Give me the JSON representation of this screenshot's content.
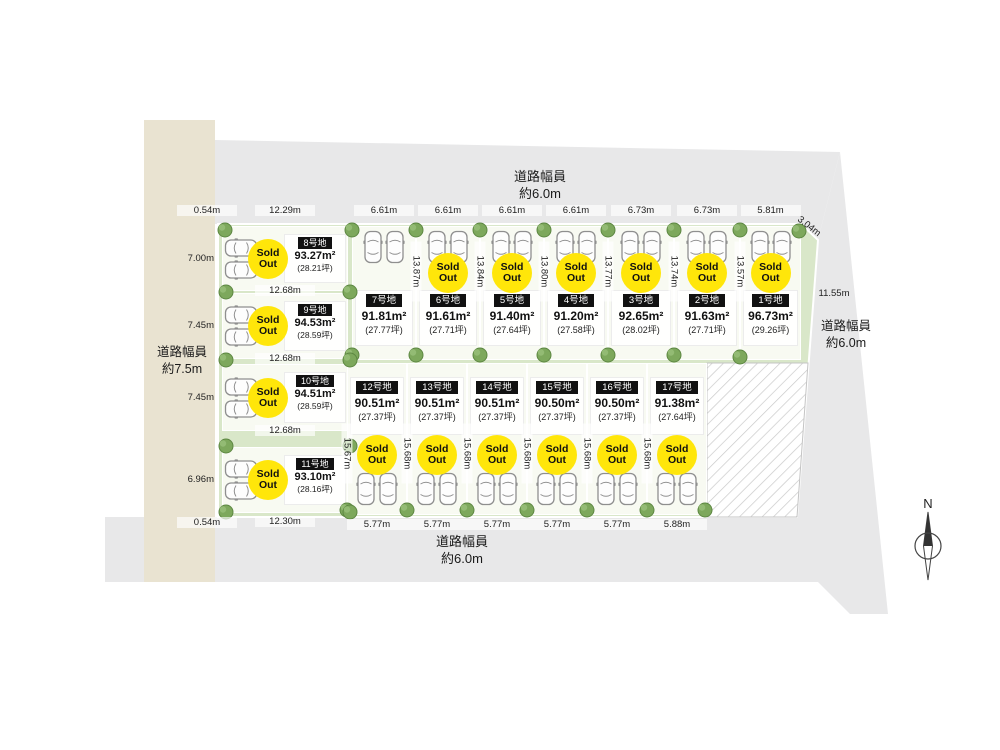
{
  "colors": {
    "road": "#e8e8e9",
    "sidewalk": "#e9e3d1",
    "green_area": "#d9e7c9",
    "bush": "#7da85c",
    "lot_fill": "#f8faf2",
    "sold_badge": "#ffe60a",
    "lot_label_bg": "#111111",
    "text": "#222222"
  },
  "road_labels": {
    "top": {
      "line1": "道路幅員",
      "line2": "約6.0m"
    },
    "left": {
      "line1": "道路幅員",
      "line2": "約7.5m"
    },
    "right": {
      "line1": "道路幅員",
      "line2": "約6.0m"
    },
    "bottom": {
      "line1": "道路幅員",
      "line2": "約6.0m"
    }
  },
  "sold_badge": {
    "line1": "Sold",
    "line2": "Out"
  },
  "compass": {
    "label": "N"
  },
  "dimensions": {
    "top_left_offset": "0.54m",
    "bottom_left_offset": "0.54m",
    "top_right_slant": "3.04m",
    "right_edge": "11.55m"
  },
  "lots": {
    "top_row": [
      {
        "id": "7号地",
        "area": "91.81m²",
        "tsubo": "(27.77坪)",
        "sold": false,
        "width": "6.61m",
        "depth": "13.87m"
      },
      {
        "id": "6号地",
        "area": "91.61m²",
        "tsubo": "(27.71坪)",
        "sold": true,
        "width": "6.61m",
        "depth": "13.84m"
      },
      {
        "id": "5号地",
        "area": "91.40m²",
        "tsubo": "(27.64坪)",
        "sold": true,
        "width": "6.61m",
        "depth": "13.80m"
      },
      {
        "id": "4号地",
        "area": "91.20m²",
        "tsubo": "(27.58坪)",
        "sold": true,
        "width": "6.61m",
        "depth": "13.77m"
      },
      {
        "id": "3号地",
        "area": "92.65m²",
        "tsubo": "(28.02坪)",
        "sold": true,
        "width": "6.73m",
        "depth": "13.74m"
      },
      {
        "id": "2号地",
        "area": "91.63m²",
        "tsubo": "(27.71坪)",
        "sold": true,
        "width": "6.73m",
        "depth": "13.57m"
      },
      {
        "id": "1号地",
        "area": "96.73m²",
        "tsubo": "(29.26坪)",
        "sold": true,
        "width": "5.81m",
        "depth": null
      }
    ],
    "left_col": [
      {
        "id": "8号地",
        "area": "93.27m²",
        "tsubo": "(28.21坪)",
        "sold": true,
        "top_width": "12.29m",
        "height": "7.00m",
        "bottom_width": "12.68m"
      },
      {
        "id": "9号地",
        "area": "94.53m²",
        "tsubo": "(28.59坪)",
        "sold": true,
        "height": "7.45m",
        "bottom_width": "12.68m"
      },
      {
        "id": "10号地",
        "area": "94.51m²",
        "tsubo": "(28.59坪)",
        "sold": true,
        "height": "7.45m",
        "bottom_width": "12.68m"
      },
      {
        "id": "11号地",
        "area": "93.10m²",
        "tsubo": "(28.16坪)",
        "sold": true,
        "height": "6.96m",
        "bottom_width": "12.30m"
      }
    ],
    "bottom_row": [
      {
        "id": "12号地",
        "area": "90.51m²",
        "tsubo": "(27.37坪)",
        "sold": true,
        "width": "5.77m",
        "depth": "15.67m"
      },
      {
        "id": "13号地",
        "area": "90.51m²",
        "tsubo": "(27.37坪)",
        "sold": true,
        "width": "5.77m",
        "depth": "15.68m"
      },
      {
        "id": "14号地",
        "area": "90.51m²",
        "tsubo": "(27.37坪)",
        "sold": true,
        "width": "5.77m",
        "depth": "15.68m"
      },
      {
        "id": "15号地",
        "area": "90.50m²",
        "tsubo": "(27.37坪)",
        "sold": true,
        "width": "5.77m",
        "depth": "15.68m"
      },
      {
        "id": "16号地",
        "area": "90.50m²",
        "tsubo": "(27.37坪)",
        "sold": true,
        "width": "5.77m",
        "depth": "15.68m"
      },
      {
        "id": "17号地",
        "area": "91.38m²",
        "tsubo": "(27.64坪)",
        "sold": true,
        "width": "5.88m",
        "depth": "15.68m"
      }
    ]
  }
}
